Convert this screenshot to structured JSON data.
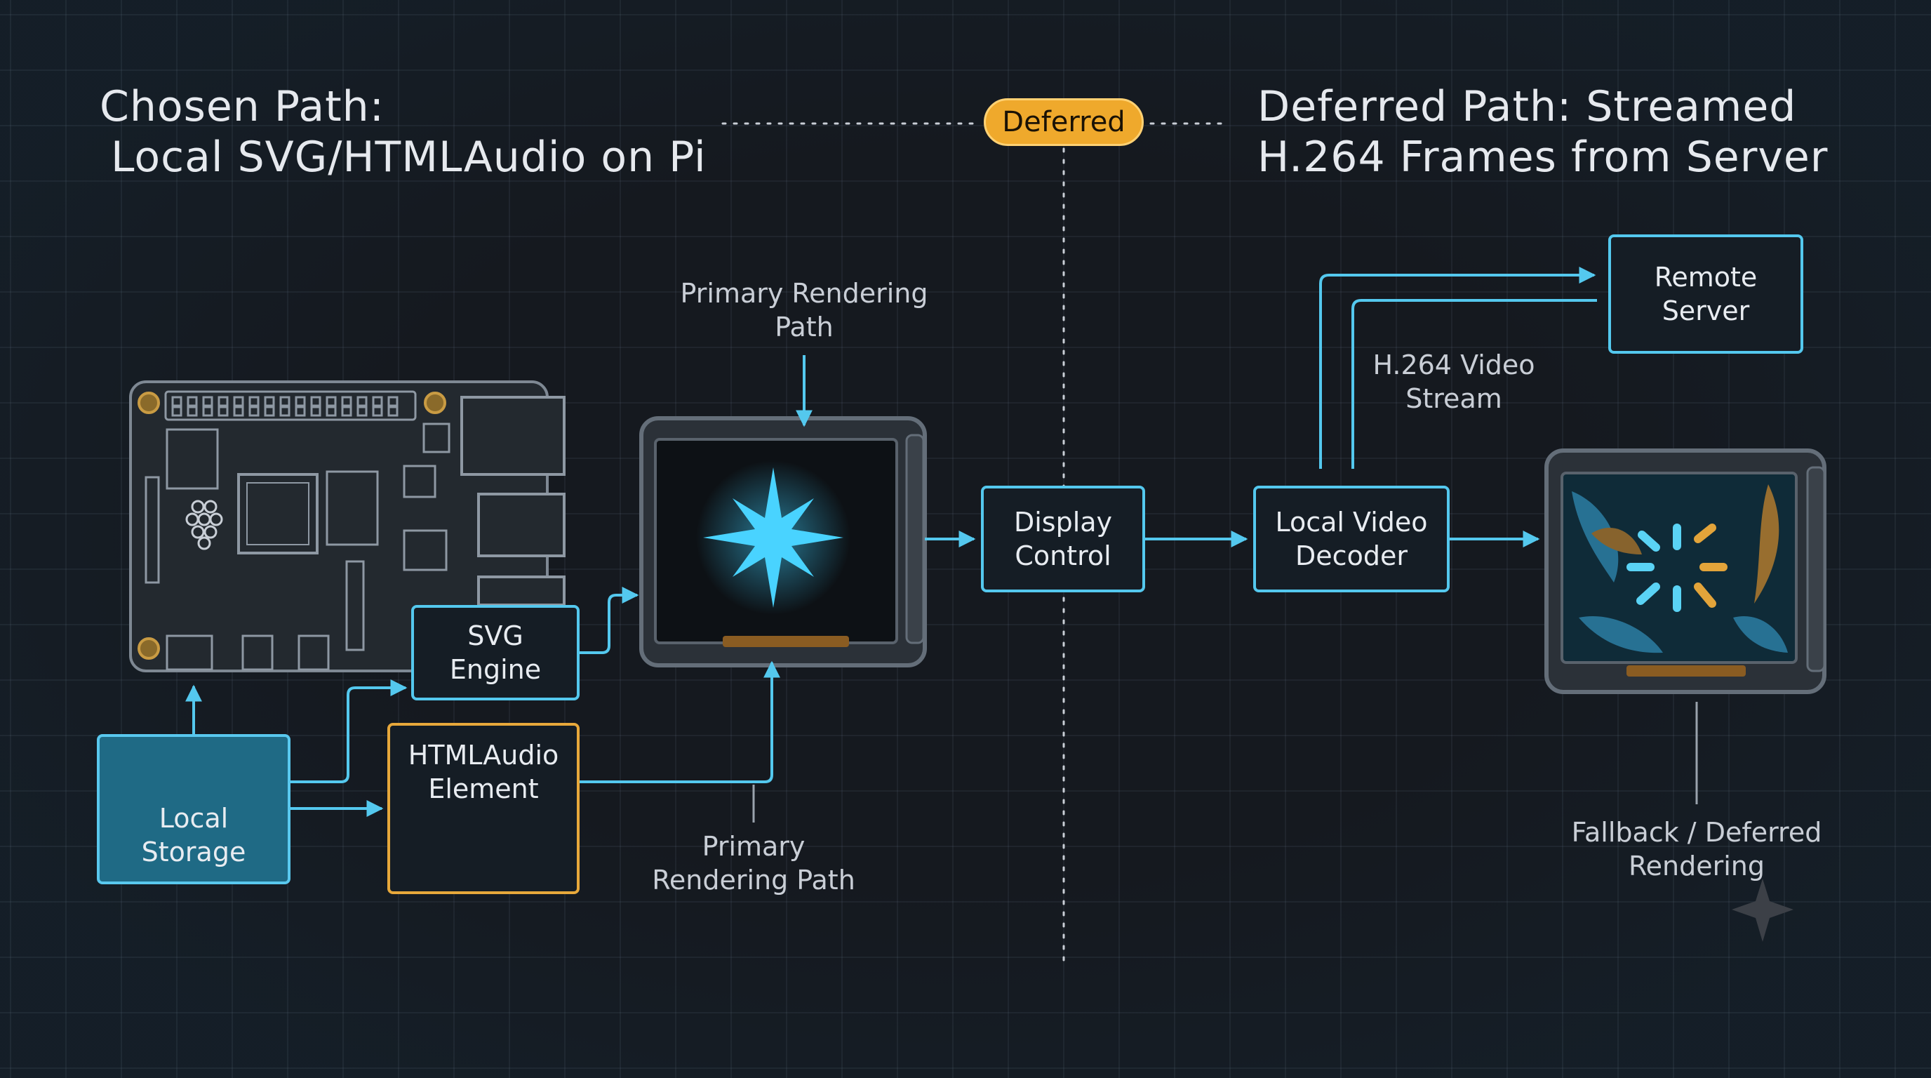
{
  "headings": {
    "left_line1": "Chosen Path:",
    "left_line2": "Local SVG/HTMLAudio on Pi",
    "right_line1": "Deferred Path: Streamed",
    "right_line2": "H.264 Frames from Server"
  },
  "badge": {
    "text": "Deferred"
  },
  "labels": {
    "primary_top_line1": "Primary Rendering",
    "primary_top_line2": "Path",
    "primary_bottom_line1": "Primary",
    "primary_bottom_line2": "Rendering Path",
    "h264_line1": "H.264 Video",
    "h264_line2": "Stream",
    "fallback_line1": "Fallback / Deferred",
    "fallback_line2": "Rendering"
  },
  "boxes": {
    "svg_engine": {
      "line1": "SVG",
      "line2": "Engine"
    },
    "html_audio": {
      "line1": "HTMLAudio",
      "line2": "Element"
    },
    "local_storage": {
      "line1": "Local",
      "line2": "Storage"
    },
    "display_control": {
      "line1": "Display",
      "line2": "Control"
    },
    "video_decoder": {
      "line1": "Local Video",
      "line2": "Decoder"
    },
    "remote_server": {
      "line1": "Remote",
      "line2": "Server"
    }
  },
  "icons": {
    "board": "raspberry-pi-board-icon",
    "display_left": "touchscreen-display-icon",
    "display_right": "touchscreen-display-icon",
    "storage": "database-icon",
    "audio": "speaker-icon",
    "star": "sparkle-star-icon",
    "loading": "loading-spinner-icon",
    "watermark": "sparkle-watermark-icon"
  },
  "colors": {
    "background": "#15191f",
    "accent_cyan": "#54c8ee",
    "accent_orange": "#e7a83b",
    "storage_fill": "#1f6a85",
    "badge_fill": "#efa92c",
    "text": "#e6e9ee"
  }
}
